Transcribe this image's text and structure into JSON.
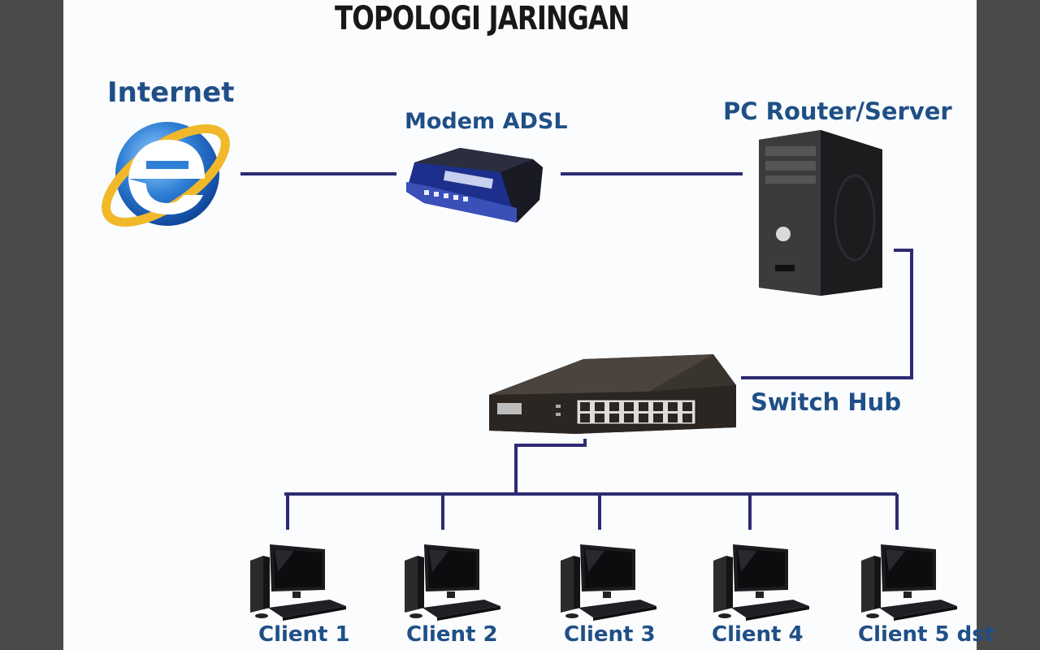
{
  "diagram": {
    "title": "TOPOLOGI JARINGAN",
    "nodes": {
      "internet": {
        "label": "Internet",
        "icon": "internet-explorer-icon"
      },
      "modem": {
        "label": "Modem ADSL",
        "icon": "adsl-modem-icon"
      },
      "router": {
        "label": "PC Router/Server",
        "icon": "tower-server-icon"
      },
      "switch": {
        "label": "Switch Hub",
        "icon": "network-switch-icon"
      }
    },
    "clients": [
      {
        "label": "Client 1"
      },
      {
        "label": "Client 2"
      },
      {
        "label": "Client 3"
      },
      {
        "label": "Client 4"
      },
      {
        "label": "Client 5 dst"
      }
    ],
    "colors": {
      "line": "#2d2a73",
      "label": "#1f4f86",
      "frame": "#4a4a4a"
    }
  }
}
